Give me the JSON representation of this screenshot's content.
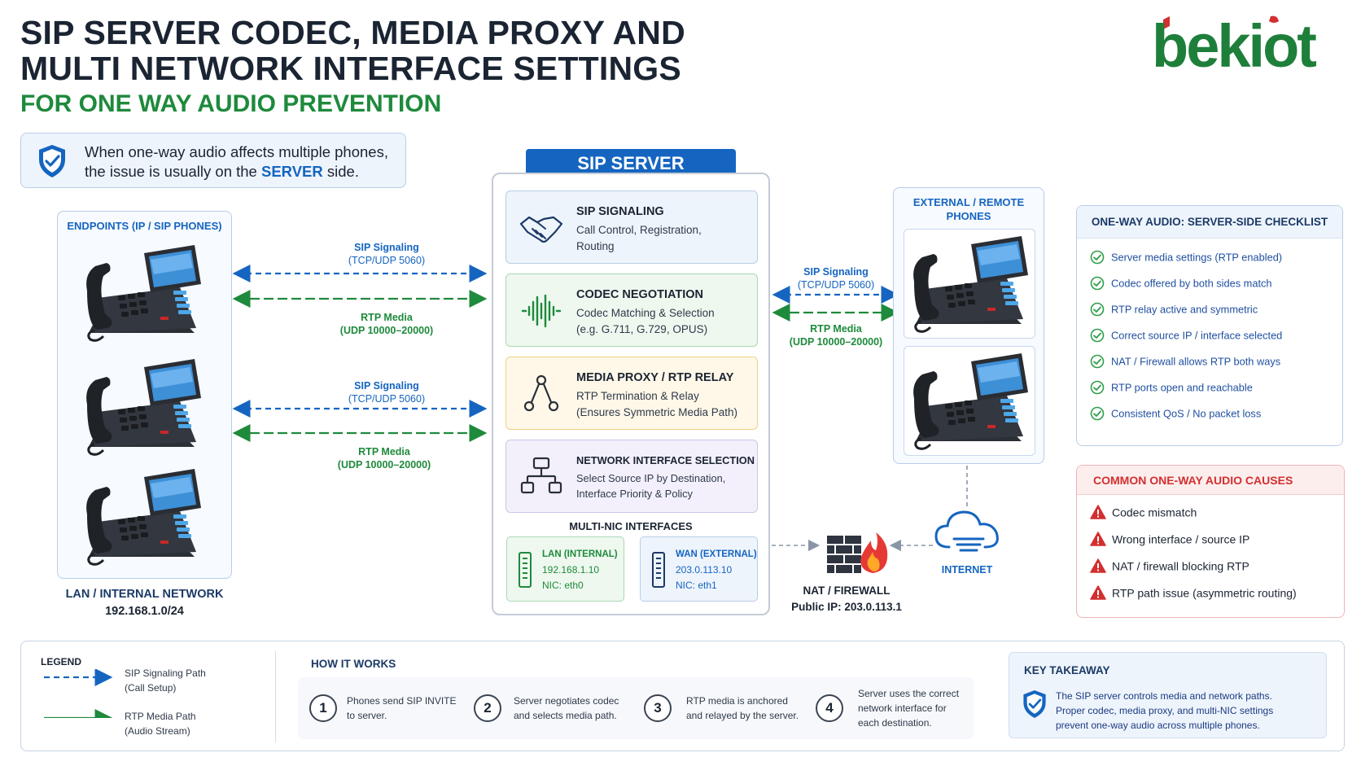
{
  "title": {
    "line1": "SIP SERVER CODEC, MEDIA PROXY AND",
    "line2": "MULTI NETWORK INTERFACE SETTINGS",
    "subtitle": "FOR ONE WAY AUDIO PREVENTION"
  },
  "logo": {
    "text": "bekiot",
    "colors": {
      "green": "#1e7f3a",
      "red": "#d32f2f"
    }
  },
  "notice": {
    "line1": "When one-way audio affects multiple phones,",
    "line2_prefix": "the issue is usually on the",
    "line2_emphasis": "SERVER",
    "line2_suffix": "side."
  },
  "endpoints": {
    "title": "ENDPOINTS (IP / SIP PHONES)",
    "network_label": "LAN / INTERNAL NETWORK",
    "network_ip": "192.168.1.0/24"
  },
  "links": {
    "lan_1": {
      "sig_title": "SIP Signaling",
      "sig_sub": "(TCP/UDP 5060)",
      "rtp_title": "RTP Media",
      "rtp_sub": "(UDP 10000–20000)"
    },
    "lan_2": {
      "sig_title": "SIP Signaling",
      "sig_sub": "(TCP/UDP 5060)",
      "rtp_title": "RTP Media",
      "rtp_sub": "(UDP 10000–20000)"
    },
    "ext": {
      "sig_title": "SIP Signaling",
      "sig_sub": "(TCP/UDP 5060)",
      "rtp_title": "RTP Media",
      "rtp_sub": "(UDP 10000–20000)"
    }
  },
  "server": {
    "title": "SIP SERVER",
    "modules": [
      {
        "title": "SIP SIGNALING",
        "desc1": "Call Control, Registration,",
        "desc2": "Routing",
        "icon": "handshake-icon"
      },
      {
        "title": "CODEC NEGOTIATION",
        "desc1": "Codec Matching & Selection",
        "desc2": "(e.g. G.711, G.729, OPUS)",
        "icon": "waveform-icon"
      },
      {
        "title": "MEDIA PROXY / RTP RELAY",
        "desc1": "RTP Termination & Relay",
        "desc2": "(Ensures Symmetric Media Path)",
        "icon": "relay-nodes-icon"
      },
      {
        "title": "NETWORK INTERFACE SELECTION",
        "desc1": "Select Source IP by Destination,",
        "desc2": "Interface Priority & Policy",
        "icon": "network-tree-icon"
      }
    ],
    "multi_nic_label": "MULTI-NIC INTERFACES",
    "nics": [
      {
        "title": "LAN (INTERNAL)",
        "ip": "192.168.1.10",
        "nic": "NIC: eth0"
      },
      {
        "title": "WAN (EXTERNAL)",
        "ip": "203.0.113.10",
        "nic": "NIC: eth1"
      }
    ]
  },
  "external": {
    "title_line1": "EXTERNAL / REMOTE",
    "title_line2": "PHONES"
  },
  "nat": {
    "label": "NAT / FIREWALL",
    "public_ip": "Public IP: 203.0.113.1"
  },
  "internet": {
    "label": "INTERNET"
  },
  "checklist": {
    "title": "ONE-WAY AUDIO: SERVER-SIDE CHECKLIST",
    "items": [
      "Server media settings (RTP enabled)",
      "Codec offered by both sides match",
      "RTP relay active and symmetric",
      "Correct source IP / interface selected",
      "NAT / Firewall allows RTP both ways",
      "RTP ports open and reachable",
      "Consistent QoS / No packet loss"
    ]
  },
  "causes": {
    "title": "COMMON ONE-WAY AUDIO CAUSES",
    "items": [
      "Codec mismatch",
      "Wrong interface / source IP",
      "NAT / firewall blocking RTP",
      "RTP path issue (asymmetric routing)"
    ]
  },
  "legend": {
    "title": "LEGEND",
    "sig_line1": "SIP Signaling Path",
    "sig_line2": "(Call Setup)",
    "rtp_line1": "RTP Media Path",
    "rtp_line2": "(Audio Stream)"
  },
  "how_it_works": {
    "title": "HOW IT WORKS",
    "steps": [
      {
        "num": "1",
        "line1": "Phones send SIP INVITE",
        "line2": "to server.",
        "line3": ""
      },
      {
        "num": "2",
        "line1": "Server negotiates codec",
        "line2": "and selects media path.",
        "line3": ""
      },
      {
        "num": "3",
        "line1": "RTP media is anchored",
        "line2": "and relayed by the server.",
        "line3": ""
      },
      {
        "num": "4",
        "line1": "Server uses the correct",
        "line2": "network interface for",
        "line3": "each destination."
      }
    ]
  },
  "key_takeaway": {
    "title": "KEY TAKEAWAY",
    "line1": "The SIP server controls media and network paths.",
    "line2": "Proper codec, media proxy, and multi-NIC settings",
    "line3": "prevent one-way audio across multiple phones."
  },
  "colors": {
    "signaling_blue": "#1565c0",
    "rtp_green": "#1e8a3c",
    "alert_red": "#d32f2f",
    "title_dark": "#1b2432"
  }
}
